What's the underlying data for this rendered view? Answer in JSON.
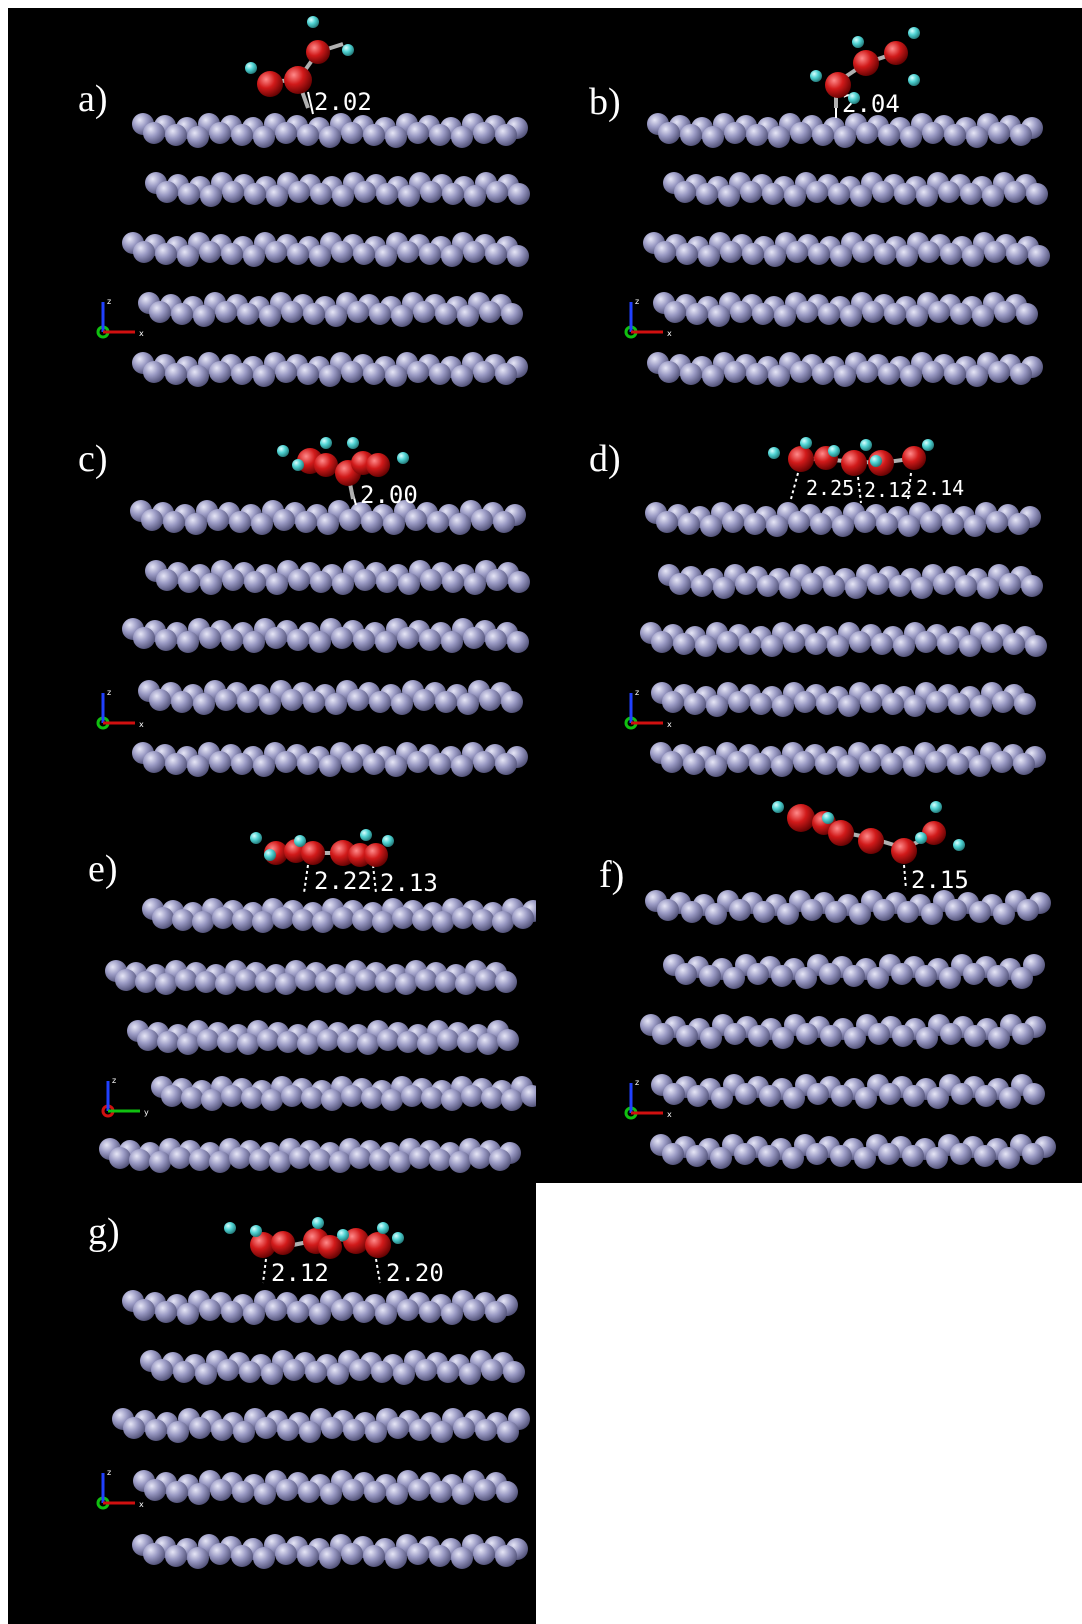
{
  "colors": {
    "background": "#000000",
    "metal_atom": "#9a9ac4",
    "carbon_oxygen_atom": "#d11a1a",
    "hydrogen_atom": "#4fd3d3",
    "label_text": "#ffffff",
    "axis_x": "#d01010",
    "axis_y": "#10c010",
    "axis_z": "#2040ff"
  },
  "panels": [
    {
      "label": "a)",
      "distances": [
        "2.02"
      ],
      "axis_letters": [
        "z",
        "x"
      ]
    },
    {
      "label": "b)",
      "distances": [
        "2.04"
      ],
      "axis_letters": [
        "z",
        "x"
      ]
    },
    {
      "label": "c)",
      "distances": [
        "2.00"
      ],
      "axis_letters": [
        "z",
        "x"
      ]
    },
    {
      "label": "d)",
      "distances": [
        "2.25",
        "2.12",
        "2.14"
      ],
      "axis_letters": [
        "z",
        "x"
      ]
    },
    {
      "label": "e)",
      "distances": [
        "2.22",
        "2.13"
      ],
      "axis_letters": [
        "z",
        "y"
      ]
    },
    {
      "label": "f)",
      "distances": [
        "2.15"
      ],
      "axis_letters": [
        "z",
        "x"
      ]
    },
    {
      "label": "g)",
      "distances": [
        "2.12",
        "2.20"
      ],
      "axis_letters": [
        "z",
        "x"
      ]
    }
  ]
}
